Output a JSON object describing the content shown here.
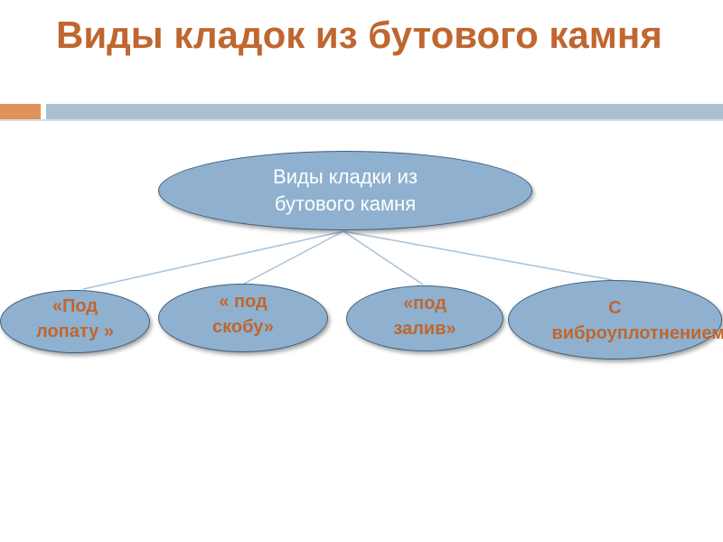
{
  "slide": {
    "title": "Виды кладок из бутового камня",
    "colors": {
      "title": "#c0662f",
      "accent": "#e0925a",
      "bar": "#a9c1cf",
      "node_fill": "#8fb1cf",
      "leaf_text": "#c0662f",
      "connector": "#a8c2d8"
    }
  },
  "diagram": {
    "root": "Виды кладки из бутового камня",
    "children": [
      "«Под лопату »",
      "« под скобу»",
      "«под залив»",
      "С виброуплотнением"
    ]
  }
}
